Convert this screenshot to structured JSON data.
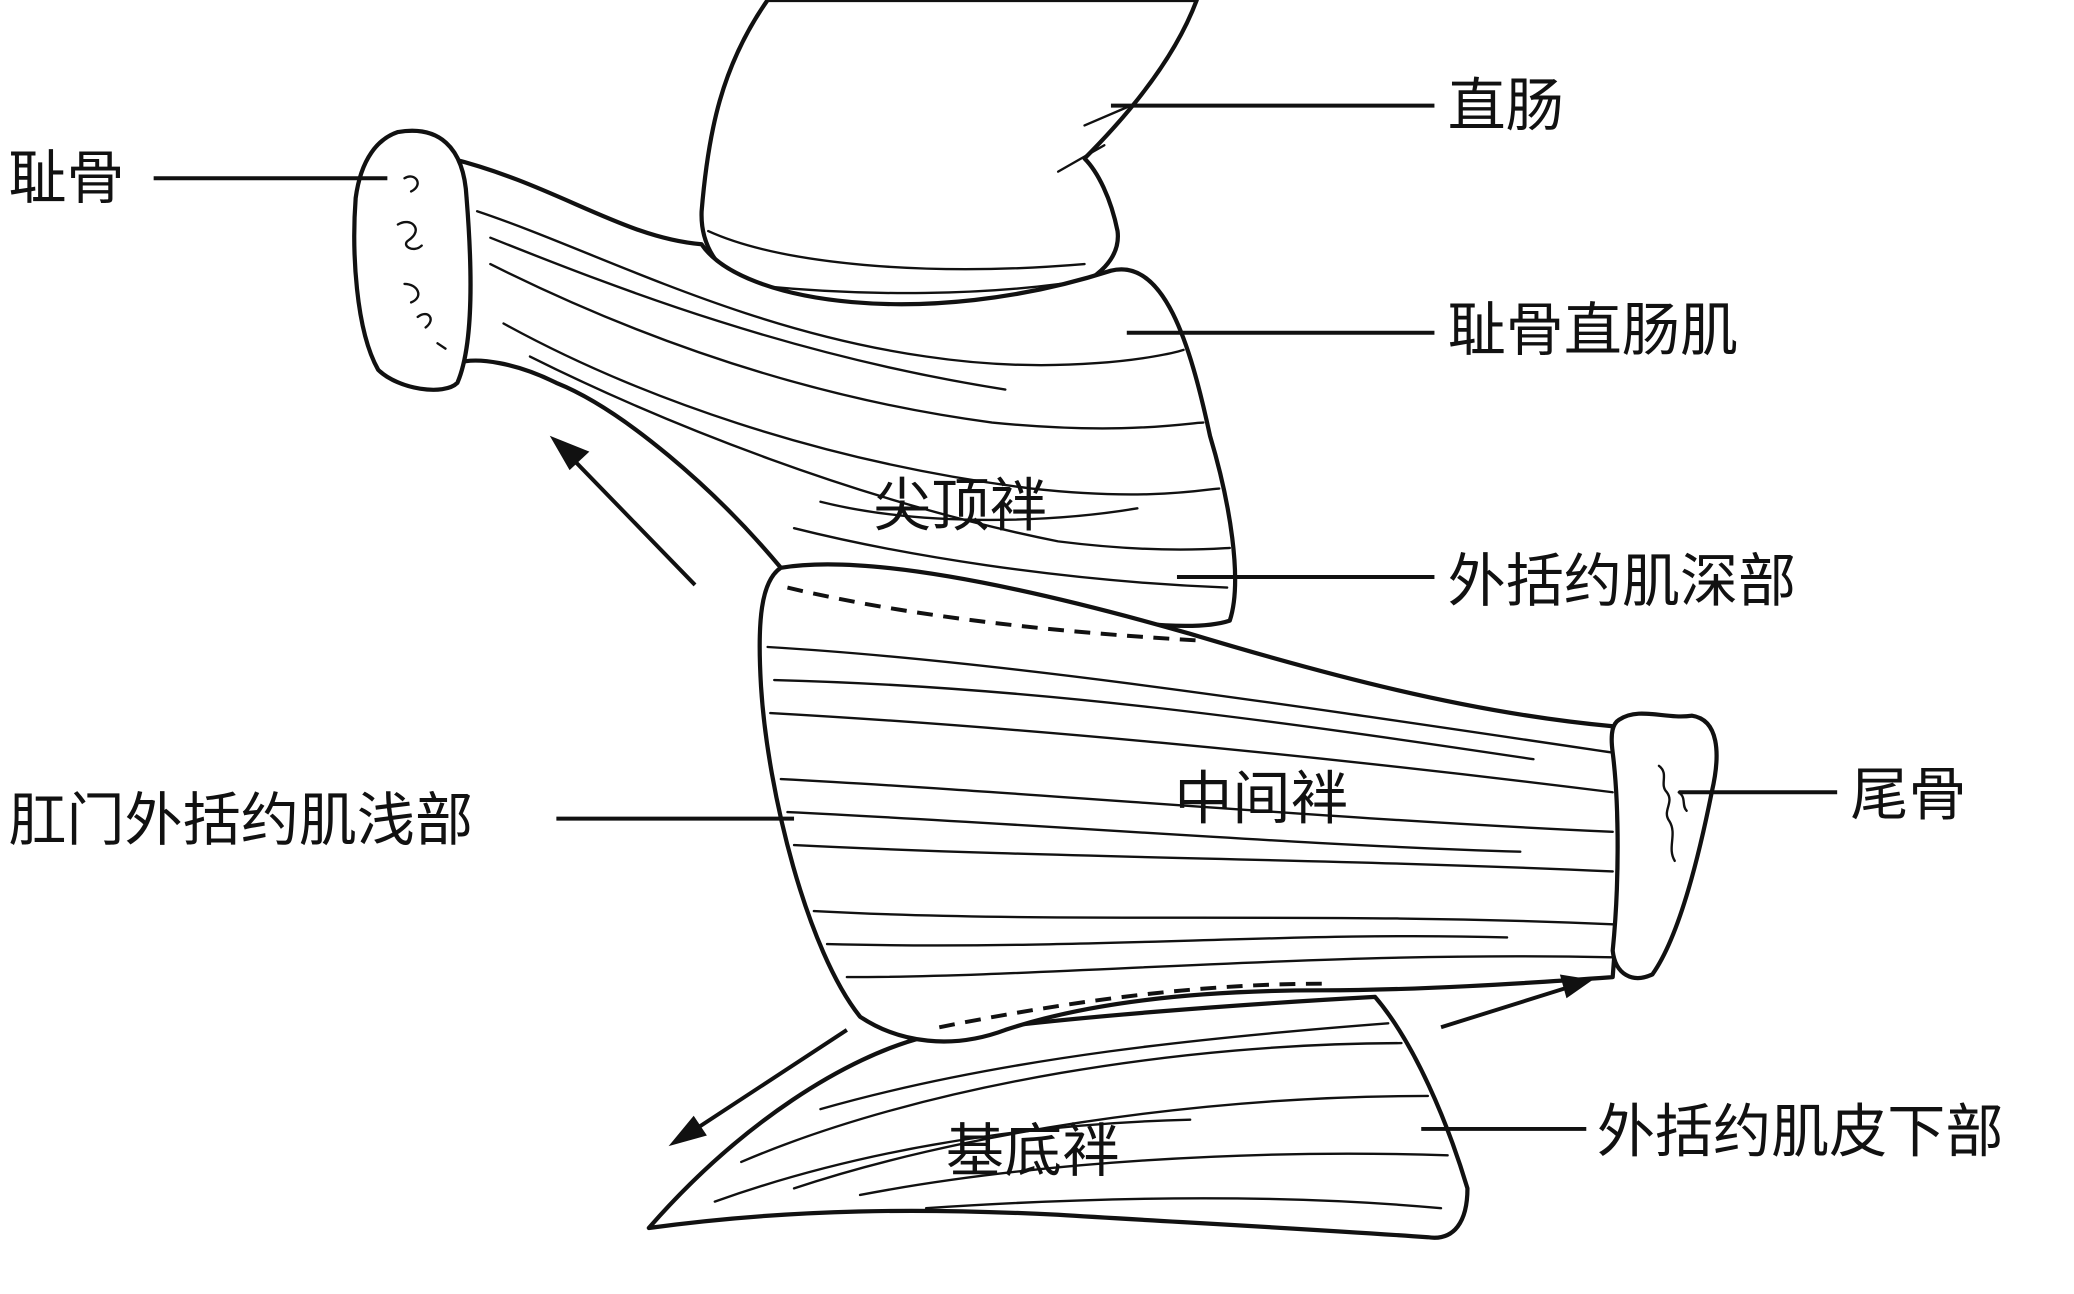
{
  "title": "肛门括约肌解剖示意图",
  "labels": {
    "rectum": "直肠",
    "pubis": "耻骨",
    "puborectalis": "耻骨直肠肌",
    "apical_loop": "尖顶袢",
    "deep_external_sphincter": "外括约肌深部",
    "superficial_external_sphincter": "肛门外括约肌浅部",
    "intermediate_loop": "中间袢",
    "coccyx": "尾骨",
    "basal_loop": "基底袢",
    "subcutaneous_external_sphincter": "外括约肌皮下部"
  }
}
